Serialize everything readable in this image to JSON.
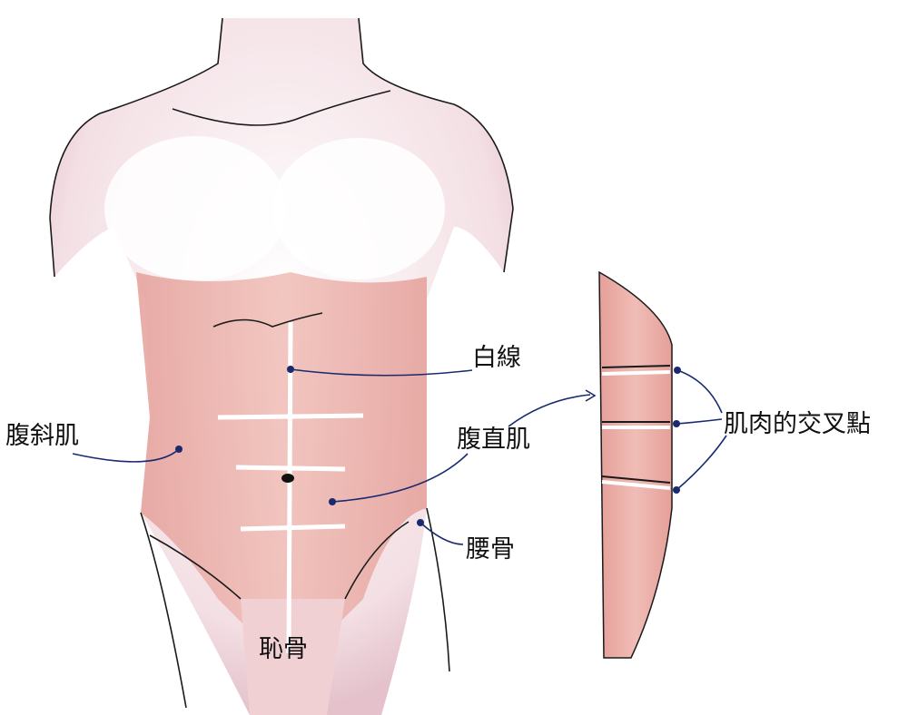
{
  "labels": {
    "linea_alba": "白線",
    "obliques": "腹斜肌",
    "rectus_abdominis": "腹直肌",
    "hip_bone": "腰骨",
    "pubic_bone": "恥骨",
    "tendinous_intersections": "肌肉的交叉點"
  },
  "colors": {
    "muscle": "#e8a9a4",
    "skin": "#f6e6ea",
    "leader": "#1a2a6e",
    "outline": "#1a1a1a"
  }
}
